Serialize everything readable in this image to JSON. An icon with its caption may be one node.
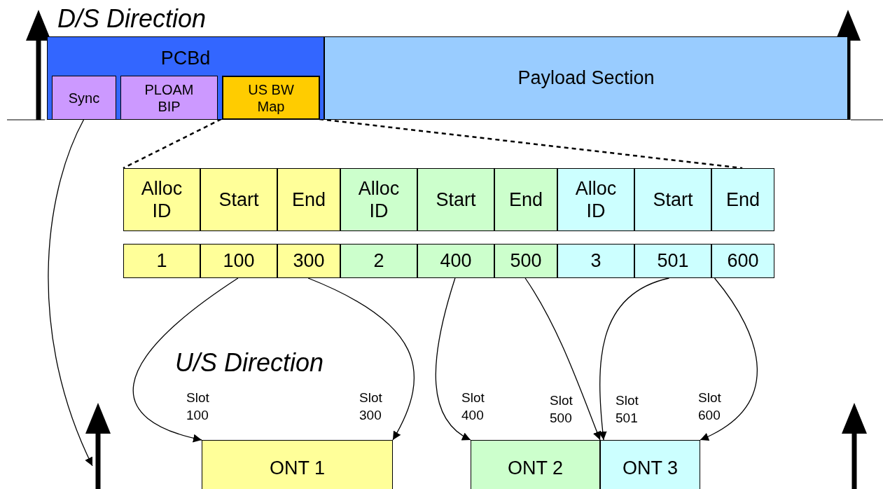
{
  "diagram": {
    "nodes": [
      {
        "text": [
          "PCBd"
        ]
      },
      {
        "text": [
          "Sync"
        ],
        "in": 0
      },
      {
        "text": [
          "PLOAM BIP"
        ],
        "in": 0
      },
      {
        "text": [
          "US BW Map"
        ],
        "in": 0
      },
      {
        "text": [
          "Payload Section"
        ]
      },
      {
        "text": [
          "Alloc ID"
        ]
      },
      {
        "text": [
          "Start"
        ]
      },
      {
        "text": [
          "End"
        ]
      },
      {
        "text": [
          "Alloc ID"
        ]
      },
      {
        "text": [
          "Start"
        ]
      },
      {
        "text": [
          "End"
        ]
      },
      {
        "text": [
          "Alloc ID"
        ]
      },
      {
        "text": [
          "Start"
        ]
      },
      {
        "text": [
          "End"
        ]
      },
      {
        "text": [
          "1"
        ]
      },
      {
        "text": [
          "100"
        ]
      },
      {
        "text": [
          "300"
        ]
      },
      {
        "text": [
          "2"
        ]
      },
      {
        "text": [
          "400"
        ]
      },
      {
        "text": [
          "500"
        ]
      },
      {
        "text": [
          "3"
        ]
      },
      {
        "text": [
          "501"
        ]
      },
      {
        "text": [
          "600"
        ]
      },
      {
        "text": [
          "ONT 1"
        ]
      },
      {
        "text": [
          "ONT 2"
        ]
      },
      {
        "text": [
          "ONT 3"
        ]
      }
    ],
    "edges": [
      {
        "from": 1,
        "to": null,
        "arrow": "to"
      },
      {
        "from": 3,
        "to": 5,
        "arrow": "none",
        "style": "dashed"
      },
      {
        "from": 3,
        "to": 13,
        "arrow": "none",
        "style": "dashed"
      },
      {
        "from": 15,
        "to": 23,
        "arrow": "to",
        "label": "Slot 100"
      },
      {
        "from": 16,
        "to": 23,
        "arrow": "to",
        "label": "Slot 300"
      },
      {
        "from": 18,
        "to": 24,
        "arrow": "to",
        "label": "Slot 400"
      },
      {
        "from": 19,
        "to": 24,
        "arrow": "to",
        "label": "Slot 500"
      },
      {
        "from": 21,
        "to": 25,
        "arrow": "to",
        "label": "Slot 501"
      },
      {
        "from": 22,
        "to": 25,
        "arrow": "to",
        "label": "Slot 600"
      }
    ],
    "labels": [
      "D/S Direction",
      "U/S Direction"
    ]
  }
}
